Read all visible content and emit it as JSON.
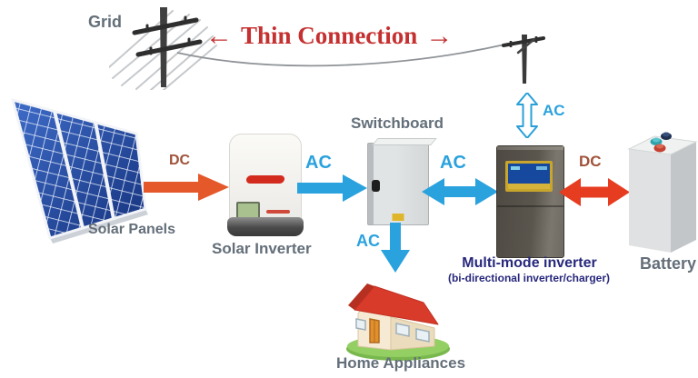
{
  "diagram": {
    "annotation": {
      "text": "Thin Connection",
      "left_arrow": "←",
      "right_arrow": "→"
    },
    "nodes": {
      "grid": {
        "label": "Grid"
      },
      "solar_panels": {
        "label": "Solar Panels"
      },
      "solar_inverter": {
        "label": "Solar Inverter"
      },
      "switchboard": {
        "label": "Switchboard"
      },
      "multi_mode_inverter": {
        "label": "Multi-mode inverter",
        "sublabel": "(bi-directional inverter/charger)"
      },
      "battery": {
        "label": "Battery"
      },
      "home_appliances": {
        "label": "Home Appliances"
      }
    },
    "flows": {
      "panels_to_inverter": {
        "label": "DC",
        "direction": "one-way"
      },
      "inverter_to_switchboard": {
        "label": "AC",
        "direction": "one-way"
      },
      "grid_to_multimode": {
        "label": "AC",
        "direction": "two-way"
      },
      "switchboard_multimode": {
        "label": "AC",
        "direction": "two-way"
      },
      "multimode_battery": {
        "label": "DC",
        "direction": "two-way"
      },
      "switchboard_to_home": {
        "label": "AC",
        "direction": "one-way"
      }
    },
    "colors": {
      "ac_blue": "#2aa2de",
      "dc_label_brown": "#a0523a",
      "dc_arrow_orange": "#e4582a",
      "dc_arrow_red": "#e63c20",
      "annotation_red": "#c53030",
      "label_gray": "#646f7a",
      "label_navy": "#28287d"
    }
  }
}
